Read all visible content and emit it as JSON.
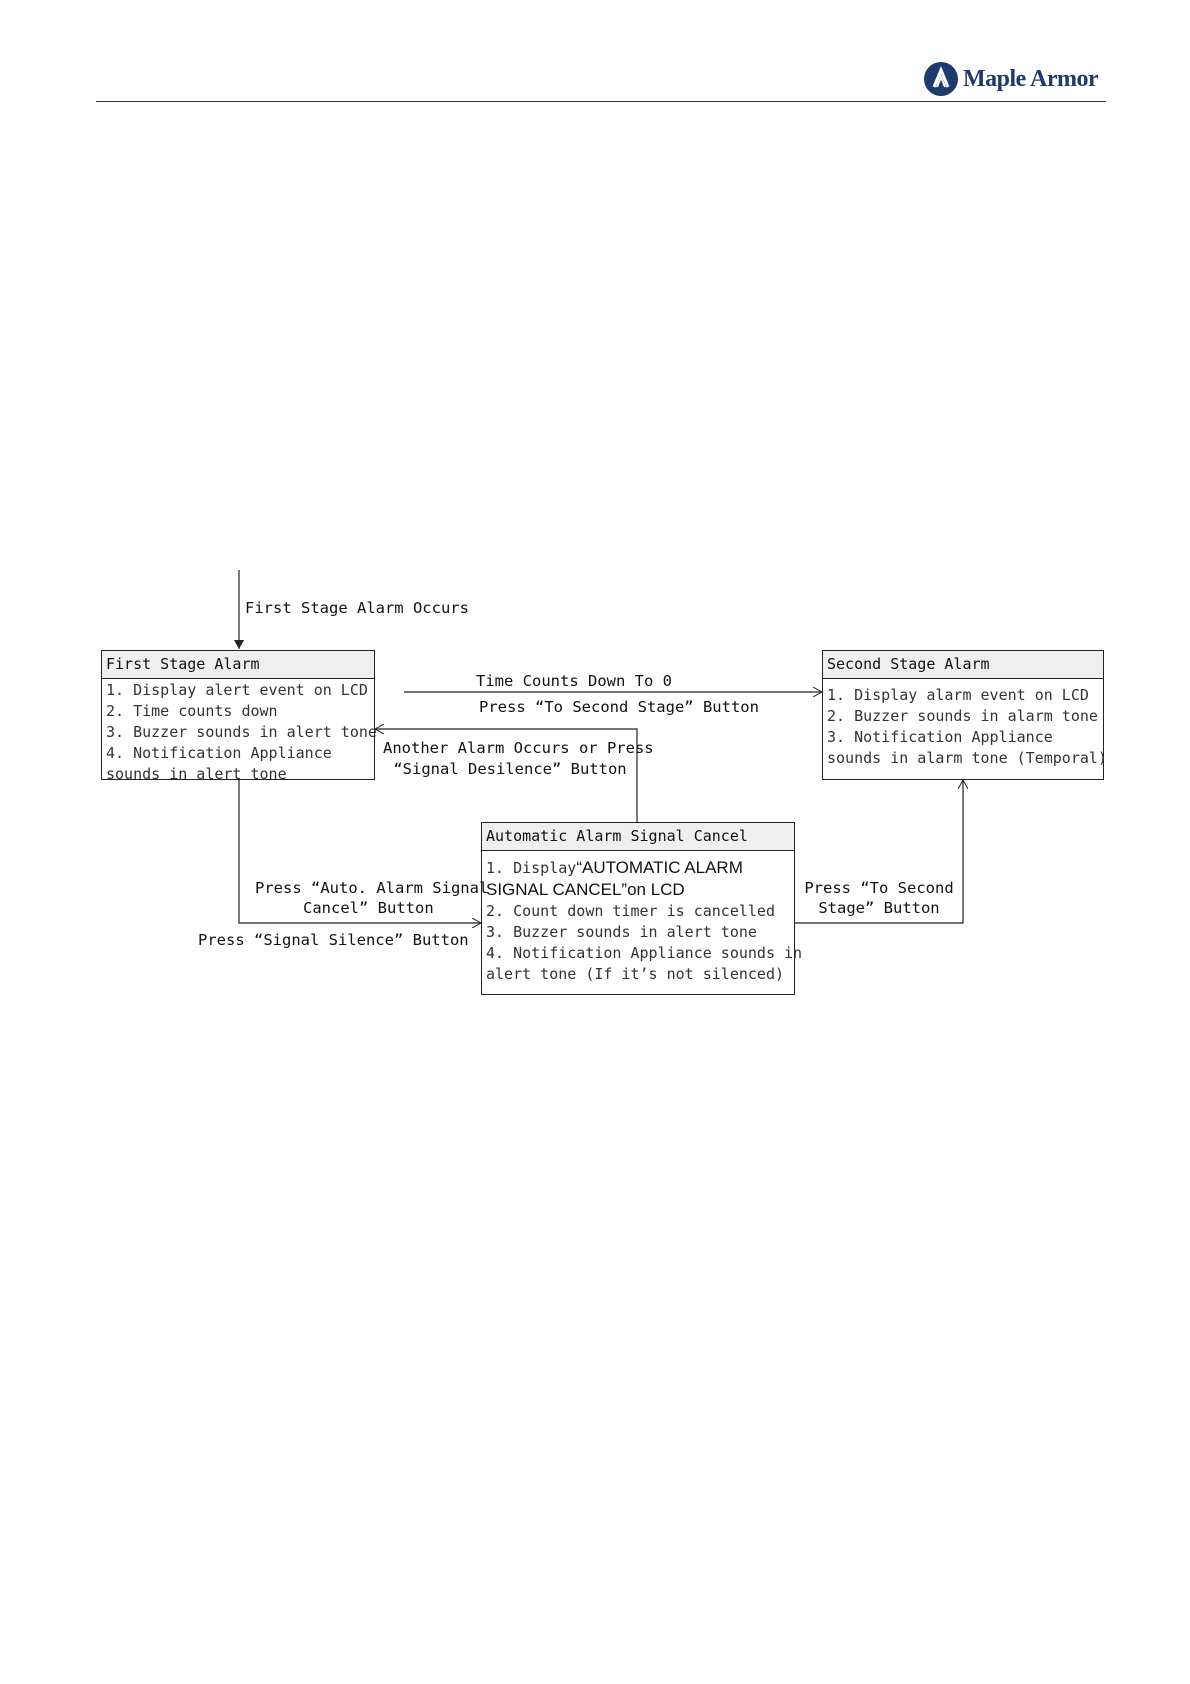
{
  "header": {
    "brand_name": "Maple Armor"
  },
  "diagram": {
    "entry_label": "First Stage Alarm Occurs",
    "first_stage": {
      "title": "First Stage Alarm",
      "items": [
        "1. Display alert event on LCD",
        "2. Time counts down",
        "3. Buzzer sounds in alert tone",
        "4. Notification Appliance",
        "sounds in alert tone"
      ]
    },
    "second_stage": {
      "title": "Second Stage Alarm",
      "items": [
        "1. Display alarm event on LCD",
        "2. Buzzer sounds in alarm tone",
        "3. Notification Appliance",
        "sounds in alarm tone (Temporal)"
      ]
    },
    "auto_cancel": {
      "title": "Automatic Alarm Signal Cancel",
      "item1_prefix": "1. Display",
      "item1_caps_a": "“AUTOMATIC ALARM",
      "item1_caps_b": "SIGNAL CANCEL”on LCD",
      "items": [
        "2. Count down timer is cancelled",
        "3. Buzzer sounds in alert tone",
        "4. Notification Appliance sounds in",
        "alert tone (If it’s not silenced)"
      ]
    },
    "edge_labels": {
      "time_counts_down": "Time Counts Down To 0",
      "press_to_second_stage": "Press “To Second Stage” Button",
      "another_alarm_a": "Another Alarm Occurs or Press",
      "another_alarm_b": "“Signal Desilence” Button",
      "press_auto_cancel_a": "Press “Auto. Alarm Signal",
      "press_auto_cancel_b": "Cancel” Button",
      "press_signal_silence": "Press “Signal Silence” Button",
      "press_to_second_a": "Press “To Second",
      "press_to_second_b": "Stage” Button"
    }
  }
}
